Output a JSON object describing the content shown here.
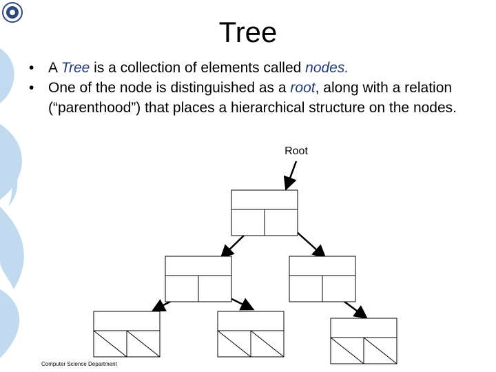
{
  "title": "Tree",
  "bullets": [
    {
      "parts": [
        {
          "text": "A ",
          "em": false
        },
        {
          "text": "Tree",
          "em": true
        },
        {
          "text": " is a collection of elements called ",
          "em": false
        },
        {
          "text": "nodes.",
          "em": true
        }
      ]
    },
    {
      "parts": [
        {
          "text": "One of the node is distinguished as a ",
          "em": false
        },
        {
          "text": "root",
          "em": true
        },
        {
          "text": ", along with a relation (“parenthood”) that places a hierarchical structure on the nodes.",
          "em": false
        }
      ]
    }
  ],
  "diagram": {
    "root_label": "Root"
  },
  "footer": "Computer Science Department",
  "colors": {
    "emphasis": "#1f3a7a",
    "decoration": "#bcd7ee",
    "logo": "#2a4a7f"
  }
}
